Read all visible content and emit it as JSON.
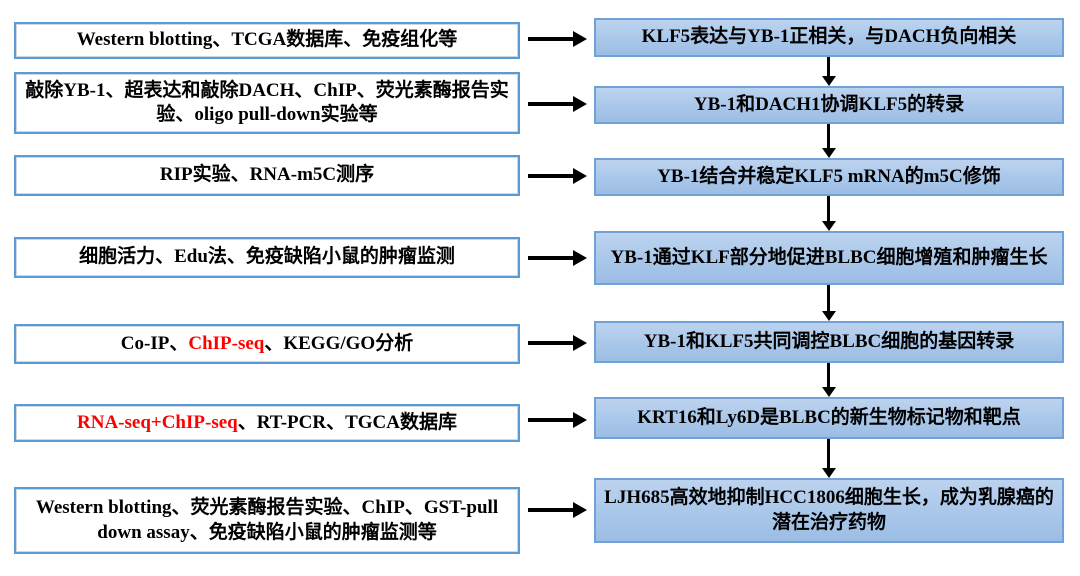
{
  "colors": {
    "background": "#ffffff",
    "text": "#000000",
    "highlight_red": "#ff0000",
    "arrow": "#000000",
    "method_box_fill": "#ffffff",
    "method_box_border": "#5b9bd5",
    "finding_box_border": "#6fa3d8",
    "finding_box_fill_top": "#bdd3ef",
    "finding_box_fill_mid": "#a9c7ea",
    "finding_box_fill_bottom": "#9cbde4"
  },
  "flow": {
    "rows": [
      {
        "method_segments": [
          {
            "text": "Western blotting、TCGA数据库、免疫组化等",
            "red": false
          }
        ],
        "finding": "KLF5表达与YB-1正相关，与DACH负向相关"
      },
      {
        "method_segments": [
          {
            "text": "敲除YB-1、超表达和敲除DACH、ChIP、荧光素酶报告实验、oligo pull-down实验等",
            "red": false
          }
        ],
        "finding": "YB-1和DACH1协调KLF5的转录"
      },
      {
        "method_segments": [
          {
            "text": "RIP实验、RNA-m5C测序",
            "red": false
          }
        ],
        "finding": "YB-1结合并稳定KLF5 mRNA的m5C修饰"
      },
      {
        "method_segments": [
          {
            "text": "细胞活力、Edu法、免疫缺陷小鼠的肿瘤监测",
            "red": false
          }
        ],
        "finding": "YB-1通过KLF部分地促进BLBC细胞增殖和肿瘤生长"
      },
      {
        "method_segments": [
          {
            "text": "Co-IP、",
            "red": false
          },
          {
            "text": "ChIP-seq",
            "red": true
          },
          {
            "text": "、KEGG/GO分析",
            "red": false
          }
        ],
        "finding": "YB-1和KLF5共同调控BLBC细胞的基因转录"
      },
      {
        "method_segments": [
          {
            "text": "RNA-seq+ChIP-seq",
            "red": true
          },
          {
            "text": "、RT-PCR、TGCA数据库",
            "red": false
          }
        ],
        "finding": "KRT16和Ly6D是BLBC的新生物标记物和靶点"
      },
      {
        "method_segments": [
          {
            "text": "Western blotting、荧光素酶报告实验、ChIP、GST-pull down assay、免疫缺陷小鼠的肿瘤监测等",
            "red": false
          }
        ],
        "finding": "LJH685高效地抑制HCC1806细胞生长，成为乳腺癌的潜在治疗药物"
      }
    ]
  }
}
